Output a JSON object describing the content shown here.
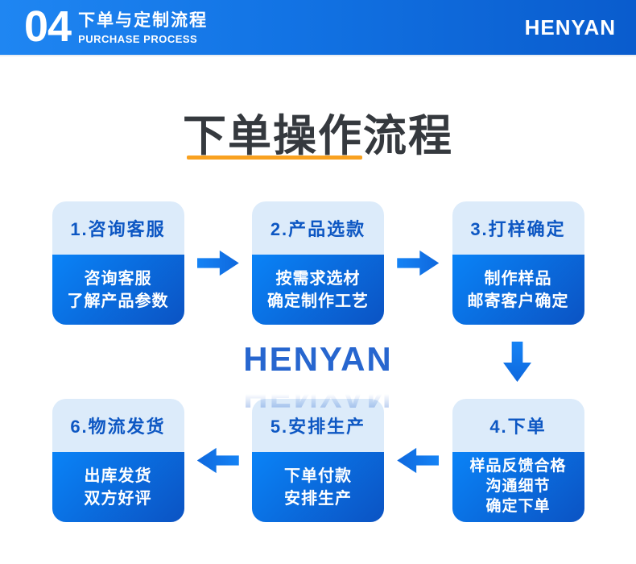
{
  "header": {
    "number": "04",
    "title": "下单与定制流程",
    "subtitle": "PURCHASE PROCESS",
    "brand": "HENYAN"
  },
  "main": {
    "title": "下单操作流程",
    "watermark": "HENYAN"
  },
  "steps": [
    {
      "header": "1.咨询客服",
      "body": "咨询客服\n了解产品参数"
    },
    {
      "header": "2.产品选款",
      "body": "按需求选材\n确定制作工艺"
    },
    {
      "header": "3.打样确定",
      "body": "制作样品\n邮寄客户确定"
    },
    {
      "header": "4.下单",
      "body": "样品反馈合格\n沟通细节\n确定下单"
    },
    {
      "header": "5.安排生产",
      "body": "下单付款\n安排生产"
    },
    {
      "header": "6.物流发货",
      "body": "出库发货\n双方好评"
    }
  ],
  "colors": {
    "header_gradient_start": "#1f86f2",
    "header_gradient_end": "#0a5ccd",
    "box_head_bg": "#dcebfa",
    "box_head_text": "#0d57c3",
    "box_body_gradient_start": "#0a83f7",
    "box_body_gradient_end": "#0b53c3",
    "arrow_blue": "#1277ee",
    "title_underline_orange": "#f9a11f",
    "title_text": "#35393e",
    "watermark_blue": "#2766cf"
  }
}
